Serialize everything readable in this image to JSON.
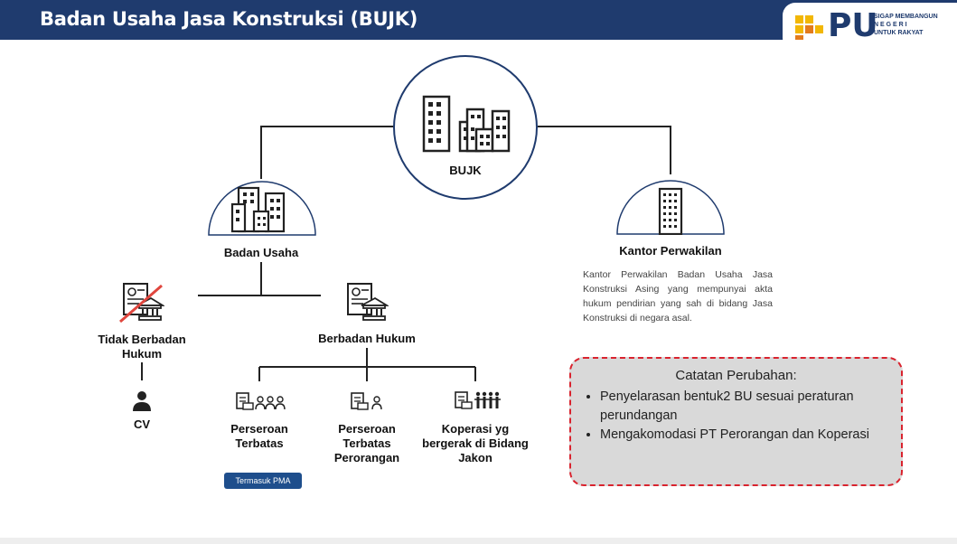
{
  "header": {
    "title": "Badan Usaha Jasa Konstruksi (BUJK)"
  },
  "logo": {
    "acronym": "PU",
    "tagline": [
      "SIGAP MEMBANGUN",
      "N E G E R I",
      "UNTUK RAKYAT"
    ]
  },
  "nodes": {
    "bujk": "BUJK",
    "badan_usaha": "Badan Usaha",
    "kantor_perwakilan": "Kantor Perwakilan",
    "tidak_berbadan_hukum": "Tidak Berbadan Hukum",
    "berbadan_hukum": "Berbadan Hukum",
    "cv": "CV",
    "pt": "Perseroan Terbatas",
    "pt_perorangan": "Perseroan Terbatas Perorangan",
    "koperasi": "Koperasi yg bergerak di Bidang Jakon"
  },
  "kantor_desc": "Kantor Perwakilan Badan Usaha Jasa Konstruksi Asing yang mempunyai akta hukum pendirian yang sah di bidang Jasa Konstruksi di negara asal.",
  "badge": "Termasuk PMA",
  "notes": {
    "title": "Catatan Perubahan:",
    "items": [
      "Penyelarasan bentuk2 BU sesuai peraturan perundangan",
      "Mengakomodasi PT Perorangan dan Koperasi"
    ]
  },
  "colors": {
    "header": "#1f3b6e",
    "accent_red": "#d9232e",
    "notes_bg": "#d9d9d9",
    "badge": "#1e4e8c"
  }
}
